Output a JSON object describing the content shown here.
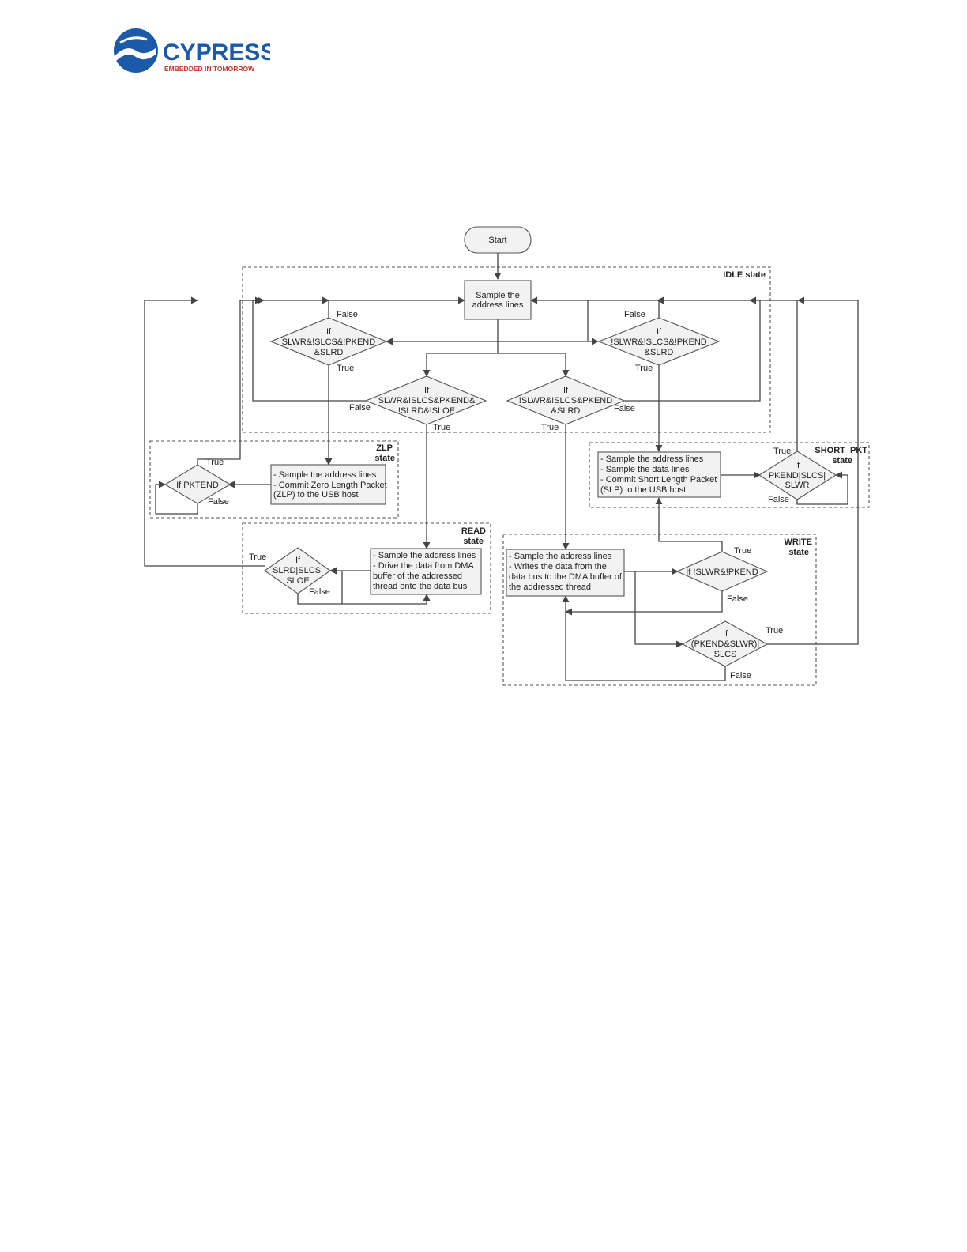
{
  "header": {
    "brand": "CYPRESS",
    "tagline": "EMBEDDED IN TOMORROW",
    "brand_color": "#1a5aa8",
    "tagline_color": "#c0392b"
  },
  "diagram": {
    "start": "Start",
    "regions": {
      "idle": "IDLE state",
      "zlp": [
        "ZLP",
        "state"
      ],
      "short_pkt": [
        "SHORT_PKT",
        "state"
      ],
      "read": [
        "READ",
        "state"
      ],
      "write": [
        "WRITE",
        "state"
      ]
    },
    "processes": {
      "sample_addr": [
        "Sample the",
        "address lines"
      ],
      "zlp": [
        "- Sample the address lines",
        "- Commit Zero Length Packet",
        "(ZLP) to the USB host"
      ],
      "slp": [
        "- Sample the address lines",
        "- Sample the data lines",
        "- Commit Short Length Packet",
        "(SLP) to the USB host"
      ],
      "read": [
        "- Sample the address lines",
        "- Drive the data from DMA",
        "buffer of the addressed",
        "thread onto the data bus"
      ],
      "write": [
        "- Sample the address lines",
        "- Writes the data from the",
        "data bus to the DMA buffer of",
        "the addressed thread"
      ]
    },
    "decisions": {
      "d1": [
        "If",
        "SLWR&!SLCS&!PKEND",
        "&SLRD"
      ],
      "d2": [
        "If",
        "!SLWR&!SLCS&!PKEND",
        "&SLRD"
      ],
      "d3": [
        "If",
        "SLWR&!SLCS&PKEND&",
        "!SLRD&!SLOE"
      ],
      "d4": [
        "If",
        "!SLWR&!SLCS&PKEND",
        "&SLRD"
      ],
      "pktend": [
        "If PKTEND"
      ],
      "shortpkt": [
        "If",
        "PKEND|SLCS|",
        "SLWR"
      ],
      "read": [
        "If",
        "SLRD|SLCS|",
        "SLOE"
      ],
      "write1": [
        "If !SLWR&!PKEND"
      ],
      "write2": [
        "If",
        "(PKEND&SLWR)|",
        "SLCS"
      ]
    },
    "edge_labels": {
      "true": "True",
      "false": "False"
    }
  }
}
